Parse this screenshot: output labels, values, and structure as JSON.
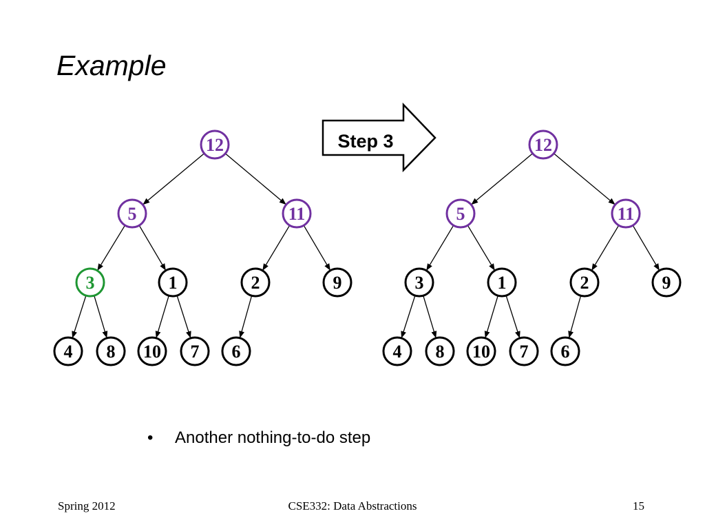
{
  "slide": {
    "title": "Example",
    "step_label": "Step 3",
    "bullet": "Another nothing-to-do step",
    "bullet_symbol": "•",
    "footer_left": "Spring 2012",
    "footer_center": "CSE332: Data Abstractions",
    "footer_right": "15"
  },
  "colors": {
    "processed": "#7030a0",
    "current": "#1e9632",
    "default": "#000000"
  },
  "trees": [
    {
      "name": "before",
      "nodes": [
        {
          "value": "12",
          "state": "processed"
        },
        {
          "value": "5",
          "state": "processed"
        },
        {
          "value": "11",
          "state": "processed"
        },
        {
          "value": "3",
          "state": "current"
        },
        {
          "value": "1",
          "state": "default"
        },
        {
          "value": "2",
          "state": "default"
        },
        {
          "value": "9",
          "state": "default"
        },
        {
          "value": "4",
          "state": "default"
        },
        {
          "value": "8",
          "state": "default"
        },
        {
          "value": "10",
          "state": "default"
        },
        {
          "value": "7",
          "state": "default"
        },
        {
          "value": "6",
          "state": "default"
        }
      ]
    },
    {
      "name": "after",
      "nodes": [
        {
          "value": "12",
          "state": "processed"
        },
        {
          "value": "5",
          "state": "processed"
        },
        {
          "value": "11",
          "state": "processed"
        },
        {
          "value": "3",
          "state": "default"
        },
        {
          "value": "1",
          "state": "default"
        },
        {
          "value": "2",
          "state": "default"
        },
        {
          "value": "9",
          "state": "default"
        },
        {
          "value": "4",
          "state": "default"
        },
        {
          "value": "8",
          "state": "default"
        },
        {
          "value": "10",
          "state": "default"
        },
        {
          "value": "7",
          "state": "default"
        },
        {
          "value": "6",
          "state": "default"
        }
      ]
    }
  ]
}
